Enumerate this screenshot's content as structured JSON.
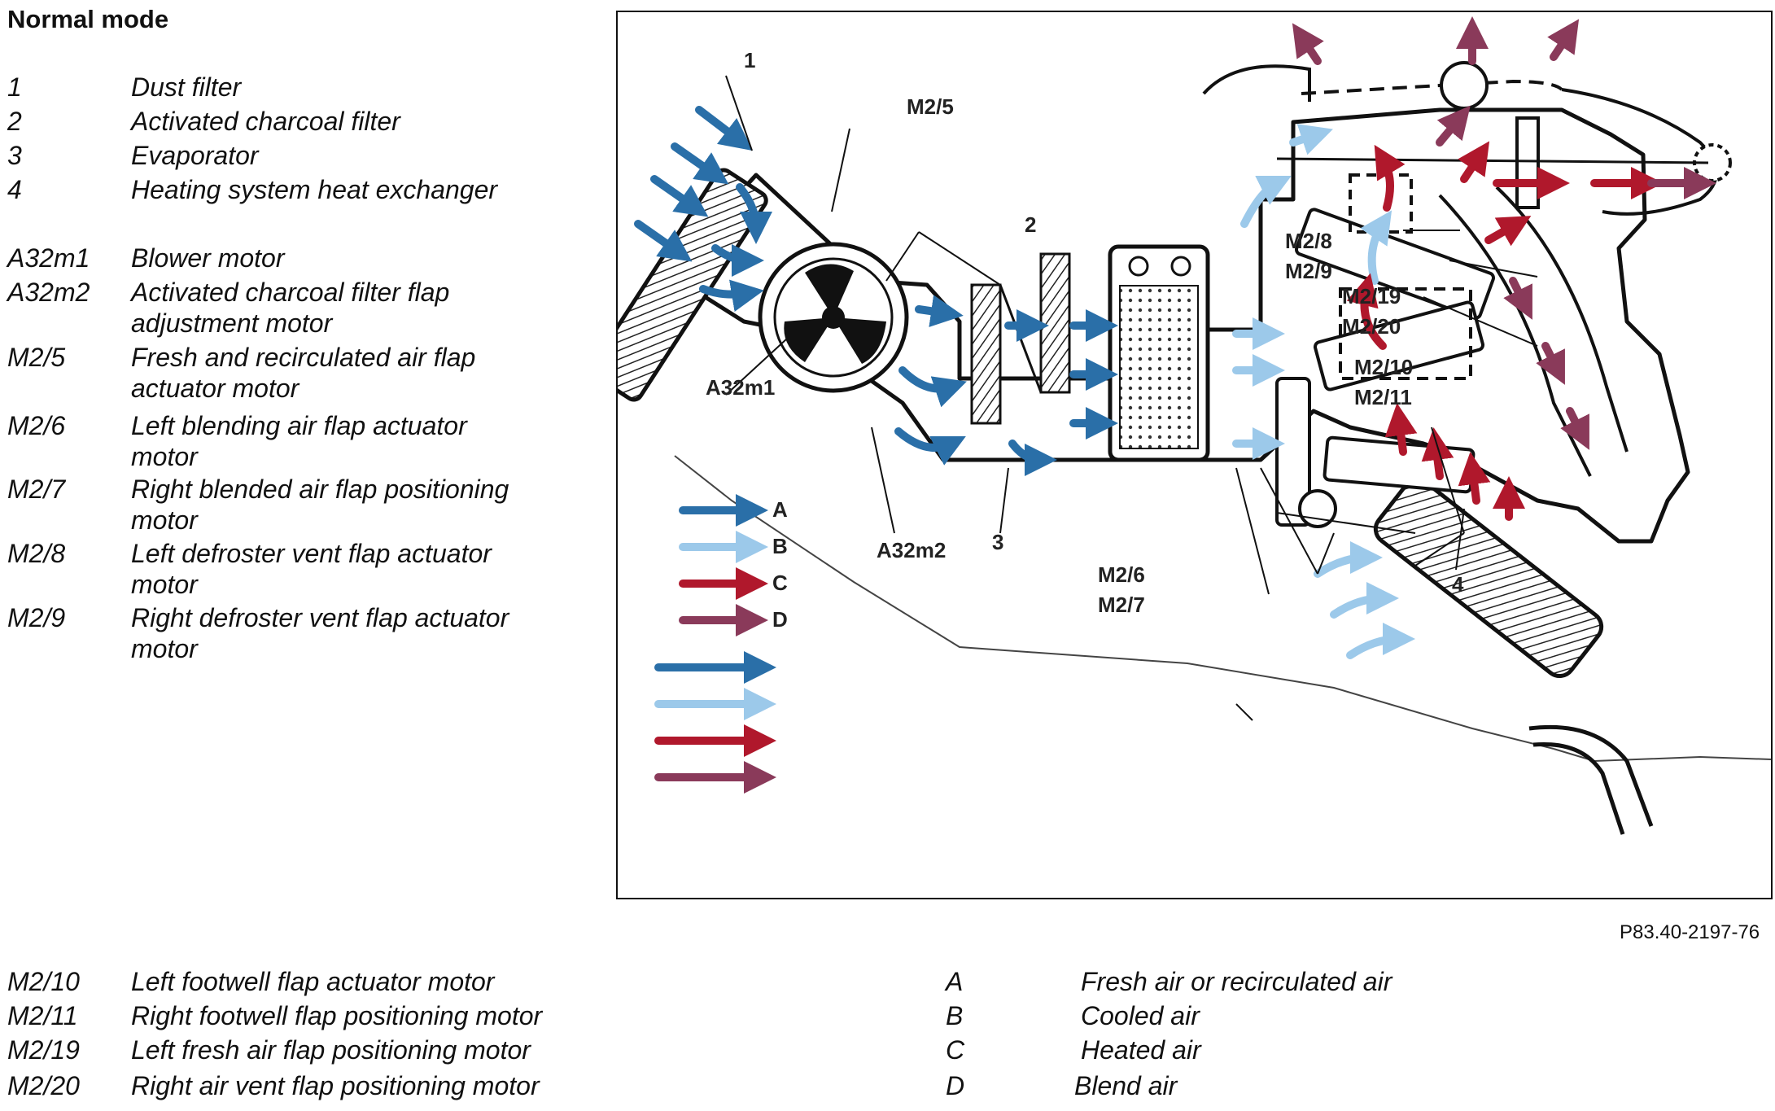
{
  "title": "Normal mode",
  "legend_top": [
    {
      "code": "1",
      "desc": "Dust filter"
    },
    {
      "code": "2",
      "desc": "Activated charcoal filter"
    },
    {
      "code": "3",
      "desc": "Evaporator"
    },
    {
      "code": "4",
      "desc": "Heating system heat exchanger"
    },
    {
      "code": "A32m1",
      "desc": "Blower motor"
    },
    {
      "code": "A32m2",
      "desc": "Activated charcoal filter flap adjustment motor"
    },
    {
      "code": "M2/5",
      "desc": "Fresh and recirculated air flap actuator motor"
    },
    {
      "code": "M2/6",
      "desc": "Left blending air flap actuator motor"
    },
    {
      "code": "M2/7",
      "desc": "Right blended air flap positioning motor"
    },
    {
      "code": "M2/8",
      "desc": "Left defroster vent flap actuator motor"
    },
    {
      "code": "M2/9",
      "desc": "Right defroster vent flap actuator motor"
    }
  ],
  "legend_bottom": [
    {
      "code": "M2/10",
      "desc": "Left footwell flap actuator motor"
    },
    {
      "code": "M2/11",
      "desc": "Right footwell flap positioning motor"
    },
    {
      "code": "M2/19",
      "desc": "Left fresh air flap positioning motor"
    },
    {
      "code": "M2/20",
      "desc": "Right air vent flap positioning motor"
    }
  ],
  "arrow_key": [
    {
      "code": "A",
      "desc": "Fresh air or recirculated air",
      "color": "#2a6fa8"
    },
    {
      "code": "B",
      "desc": "Cooled air",
      "color": "#9cc9ea"
    },
    {
      "code": "C",
      "desc": "Heated air",
      "color": "#b0182c"
    },
    {
      "code": "D",
      "desc": "Blend air",
      "color": "#8a3a5a"
    }
  ],
  "diagram_labels": {
    "l1": "1",
    "l2": "2",
    "l3": "3",
    "l4": "4",
    "m25": "M2/5",
    "a32m1": "A32m1",
    "a32m2": "A32m2",
    "m28": "M2/8",
    "m29": "M2/9",
    "m219": "M2/19",
    "m220": "M2/20",
    "m210": "M2/10",
    "m211": "M2/11",
    "m26": "M2/6",
    "m27": "M2/7"
  },
  "figure_ref": "P83.40-2197-76"
}
